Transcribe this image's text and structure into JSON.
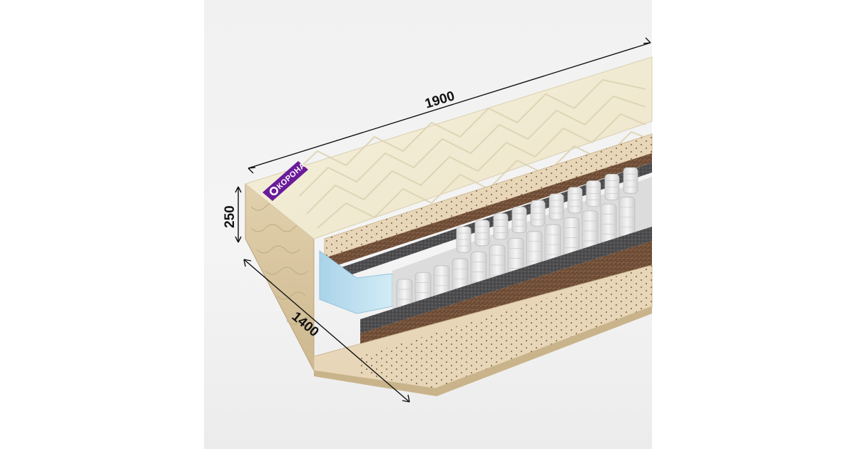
{
  "dimensions": {
    "length": "1900",
    "width": "1400",
    "height": "250"
  },
  "brand": {
    "name": "КОРОНА"
  },
  "colors": {
    "background": "#f2f2f2",
    "quilted_cover": "#f2ecd6",
    "side_fabric": "#d8c6a2",
    "latex": "#e8d6b8",
    "coir": "#6b4a34",
    "felt": "#4a4a4a",
    "spring_pocket": "#e9e9e9",
    "foam_edge": "#b8dbeb",
    "label_purple": "#6a1b9a"
  }
}
